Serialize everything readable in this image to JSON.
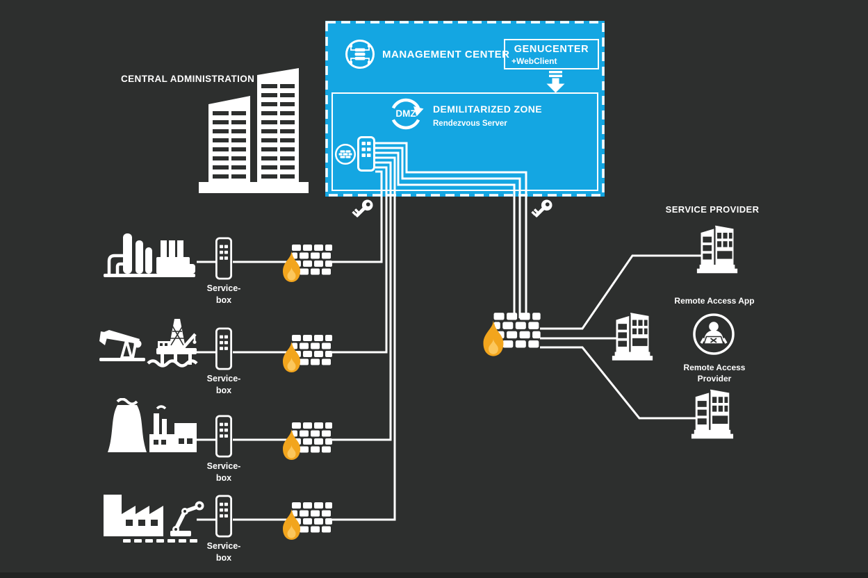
{
  "colors": {
    "background": "#2d2f2e",
    "panel_blue": "#14a6e2",
    "flame_orange": "#f2a51d",
    "flame_inner": "#fcc75c",
    "line_white": "#ffffff",
    "bottom_strip": "#212322"
  },
  "management_center": {
    "title": "MANAGEMENT CENTER",
    "icon": "server-network-icon",
    "genucenter": {
      "title": "GENUCENTER",
      "subtitle": "+WebClient"
    },
    "arrow_icon": "download-arrow-icon"
  },
  "dmz": {
    "badge": "DMZ",
    "title": "DEMILITARIZED ZONE",
    "subtitle": "Rendezvous Server",
    "icons": [
      "dmz-cycle-icon",
      "firewall-badge-icon",
      "rendezvous-servicebox-icon"
    ]
  },
  "central_administration": {
    "label": "CENTRAL ADMINISTRATION",
    "icon": "headquarters-buildings-icon"
  },
  "sites": [
    {
      "facility_icon": "refinery-icon",
      "label_line1": "Service-",
      "label_line2": "box"
    },
    {
      "facility_icon": "oil-drilling-icon",
      "label_line1": "Service-",
      "label_line2": "box"
    },
    {
      "facility_icon": "power-plant-icon",
      "label_line1": "Service-",
      "label_line2": "box"
    },
    {
      "facility_icon": "factory-icon",
      "label_line1": "Service-",
      "label_line2": "box"
    }
  ],
  "security": {
    "key_icons": [
      "key-icon-left",
      "key-icon-right"
    ],
    "firewall_icon": "firewall-icon",
    "firewall_count": 5
  },
  "service_provider": {
    "title": "SERVICE PROVIDER",
    "building_icon": "office-building-icon",
    "building_count": 3,
    "remote_access_app_label": "Remote Access App",
    "remote_access_provider_label_line1": "Remote Access",
    "remote_access_provider_label_line2": "Provider",
    "provider_icon": "remote-access-provider-icon"
  }
}
